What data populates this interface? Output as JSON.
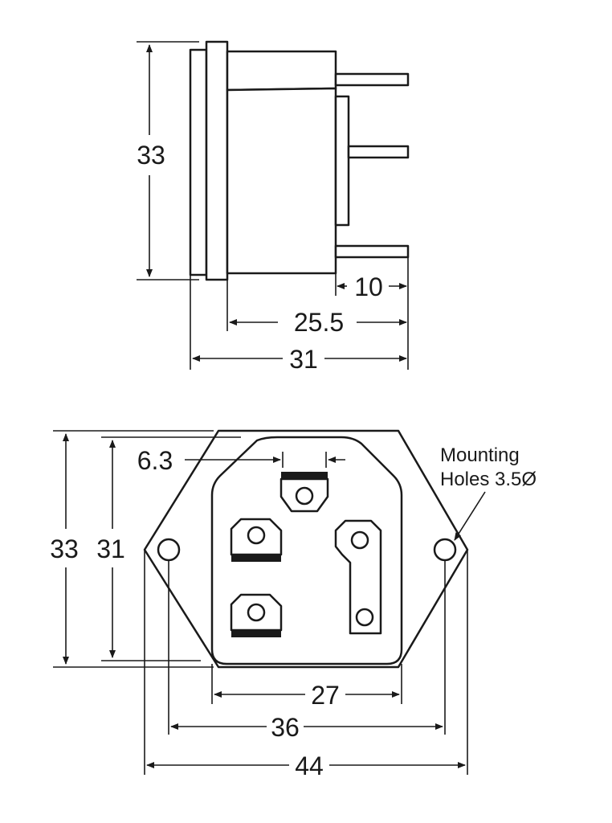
{
  "side_view": {
    "height_label": "33",
    "pin_length_label": "10",
    "body_depth_label": "25.5",
    "overall_depth_label": "31"
  },
  "front_view": {
    "outer_height_label": "33",
    "inner_height_label": "31",
    "pin_spacing_label": "6.3",
    "cutout_width_label": "27",
    "hole_spacing_label": "36",
    "overall_width_label": "44",
    "note_line1": "Mounting",
    "note_line2": "Holes 3.5Ø"
  }
}
